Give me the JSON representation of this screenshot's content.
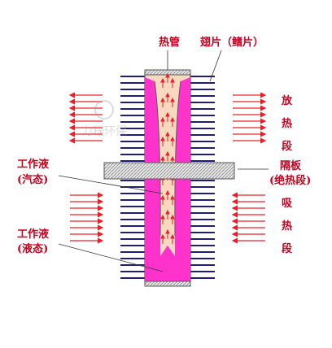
{
  "labels": {
    "heat_pipe": "热管",
    "fins": "翅片（鳍片）",
    "release_chars": [
      "放",
      "热",
      "段"
    ],
    "partition_line1": "隔板",
    "partition_line2": "(绝热段)",
    "vapor_line1": "工作液",
    "vapor_line2": "(汽态)",
    "liquid_line1": "工作液",
    "liquid_line2": "(液态)",
    "absorb_chars": [
      "吸",
      "热",
      "段"
    ]
  },
  "watermark": "力程环保",
  "colors": {
    "label": "#c8001e",
    "fin": "#1e1e78",
    "arrow_red": "#e8202a",
    "pipe_vapor": "#f7d9c0",
    "pipe_liquid": "#ff33cc",
    "pipe_edge": "#5a5a5a",
    "partition": "#cfcfcf"
  },
  "icons": {
    "left_hot_arrows": "arrow-left-icon",
    "right_hot_arrows": "arrow-right-icon",
    "left_cold_arrows": "arrow-right-icon",
    "right_cold_arrows": "arrow-left-icon",
    "vapor_flow": "arrow-up-icon"
  }
}
